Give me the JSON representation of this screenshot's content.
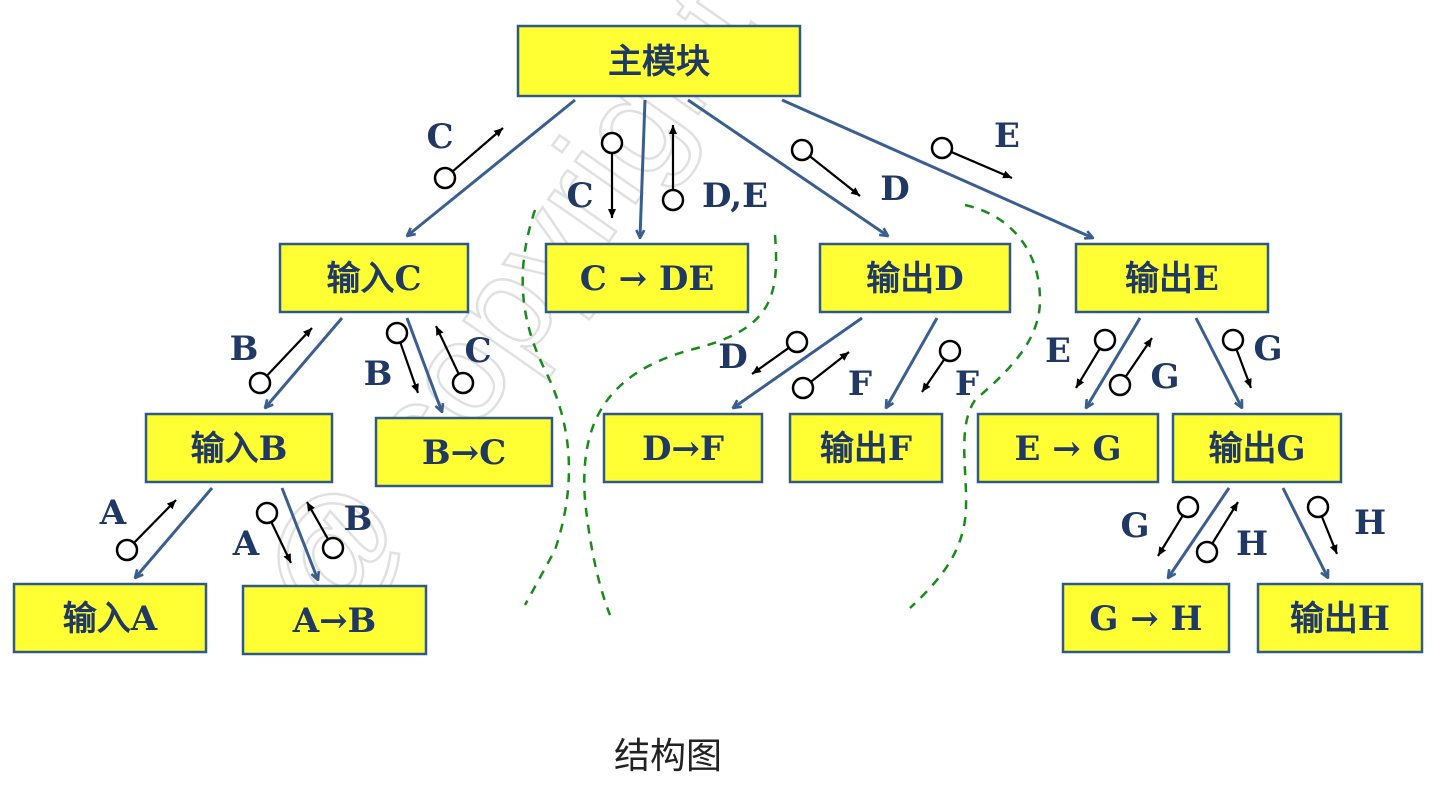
{
  "caption": "结构图",
  "watermark": "@ copyright",
  "modules": [
    {
      "id": "main",
      "label": "主模块"
    },
    {
      "id": "inC",
      "label": "输入C"
    },
    {
      "id": "CDE",
      "label": "C → DE"
    },
    {
      "id": "outD",
      "label": "输出D"
    },
    {
      "id": "outE",
      "label": "输出E"
    },
    {
      "id": "inB",
      "label": "输入B"
    },
    {
      "id": "BC",
      "label": "B→C"
    },
    {
      "id": "DF",
      "label": "D→F"
    },
    {
      "id": "outF",
      "label": "输出F"
    },
    {
      "id": "EG",
      "label": "E → G"
    },
    {
      "id": "outG",
      "label": "输出G"
    },
    {
      "id": "inA",
      "label": "输入A"
    },
    {
      "id": "AB",
      "label": "A→B"
    },
    {
      "id": "GH",
      "label": "G → H"
    },
    {
      "id": "outH",
      "label": "输出H"
    }
  ],
  "calls": [
    {
      "from": "main",
      "to": "inC"
    },
    {
      "from": "main",
      "to": "CDE"
    },
    {
      "from": "main",
      "to": "outD"
    },
    {
      "from": "main",
      "to": "outE"
    },
    {
      "from": "inC",
      "to": "inB"
    },
    {
      "from": "inC",
      "to": "BC"
    },
    {
      "from": "outD",
      "to": "DF"
    },
    {
      "from": "outD",
      "to": "outF"
    },
    {
      "from": "outE",
      "to": "EG"
    },
    {
      "from": "outE",
      "to": "outG"
    },
    {
      "from": "inB",
      "to": "inA"
    },
    {
      "from": "inB",
      "to": "AB"
    },
    {
      "from": "outG",
      "to": "GH"
    },
    {
      "from": "outG",
      "to": "outH"
    }
  ],
  "couples": [
    {
      "label": "C",
      "direction": "up"
    },
    {
      "label": "C",
      "direction": "down"
    },
    {
      "label": "D,E",
      "direction": "up"
    },
    {
      "label": "D",
      "direction": "down"
    },
    {
      "label": "E",
      "direction": "down"
    },
    {
      "label": "B",
      "direction": "up"
    },
    {
      "label": "B",
      "direction": "down"
    },
    {
      "label": "C",
      "direction": "up"
    },
    {
      "label": "D",
      "direction": "down"
    },
    {
      "label": "F",
      "direction": "up"
    },
    {
      "label": "F",
      "direction": "down"
    },
    {
      "label": "E",
      "direction": "down"
    },
    {
      "label": "G",
      "direction": "up"
    },
    {
      "label": "G",
      "direction": "down"
    },
    {
      "label": "A",
      "direction": "up"
    },
    {
      "label": "A",
      "direction": "down"
    },
    {
      "label": "B",
      "direction": "up"
    },
    {
      "label": "G",
      "direction": "down"
    },
    {
      "label": "H",
      "direction": "up"
    },
    {
      "label": "H",
      "direction": "down"
    }
  ],
  "colors": {
    "module_fill": "#ffff33",
    "module_border": "#2e5a8a",
    "call_arrow": "#3a5f8f",
    "couple": "#000000",
    "boundary": "#1a8a1a",
    "label_text": "#1f3864"
  }
}
